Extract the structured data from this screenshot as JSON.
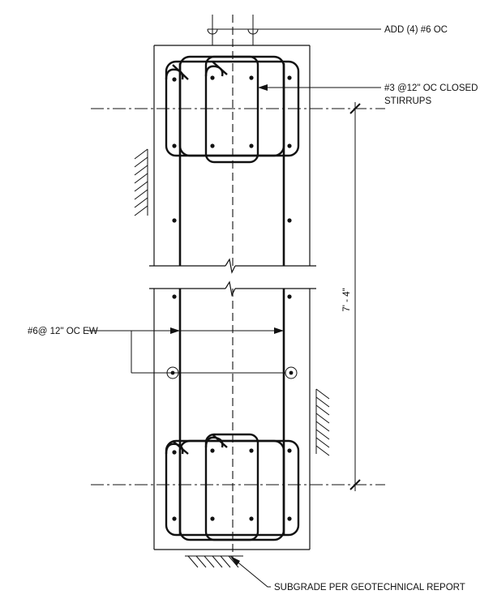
{
  "notes": {
    "top_bars": "ADD (4) #6 OC",
    "stirrups_line1": "#3 @12\" OC CLOSED",
    "stirrups_line2": "STIRRUPS",
    "vertical_bars": "#6@ 12\" OC EW",
    "subgrade": "SUBGRADE PER GEOTECHNICAL REPORT"
  },
  "dimension": {
    "height": "7' - 4\""
  },
  "colors": {
    "linework": "#111111",
    "background": "#ffffff"
  }
}
